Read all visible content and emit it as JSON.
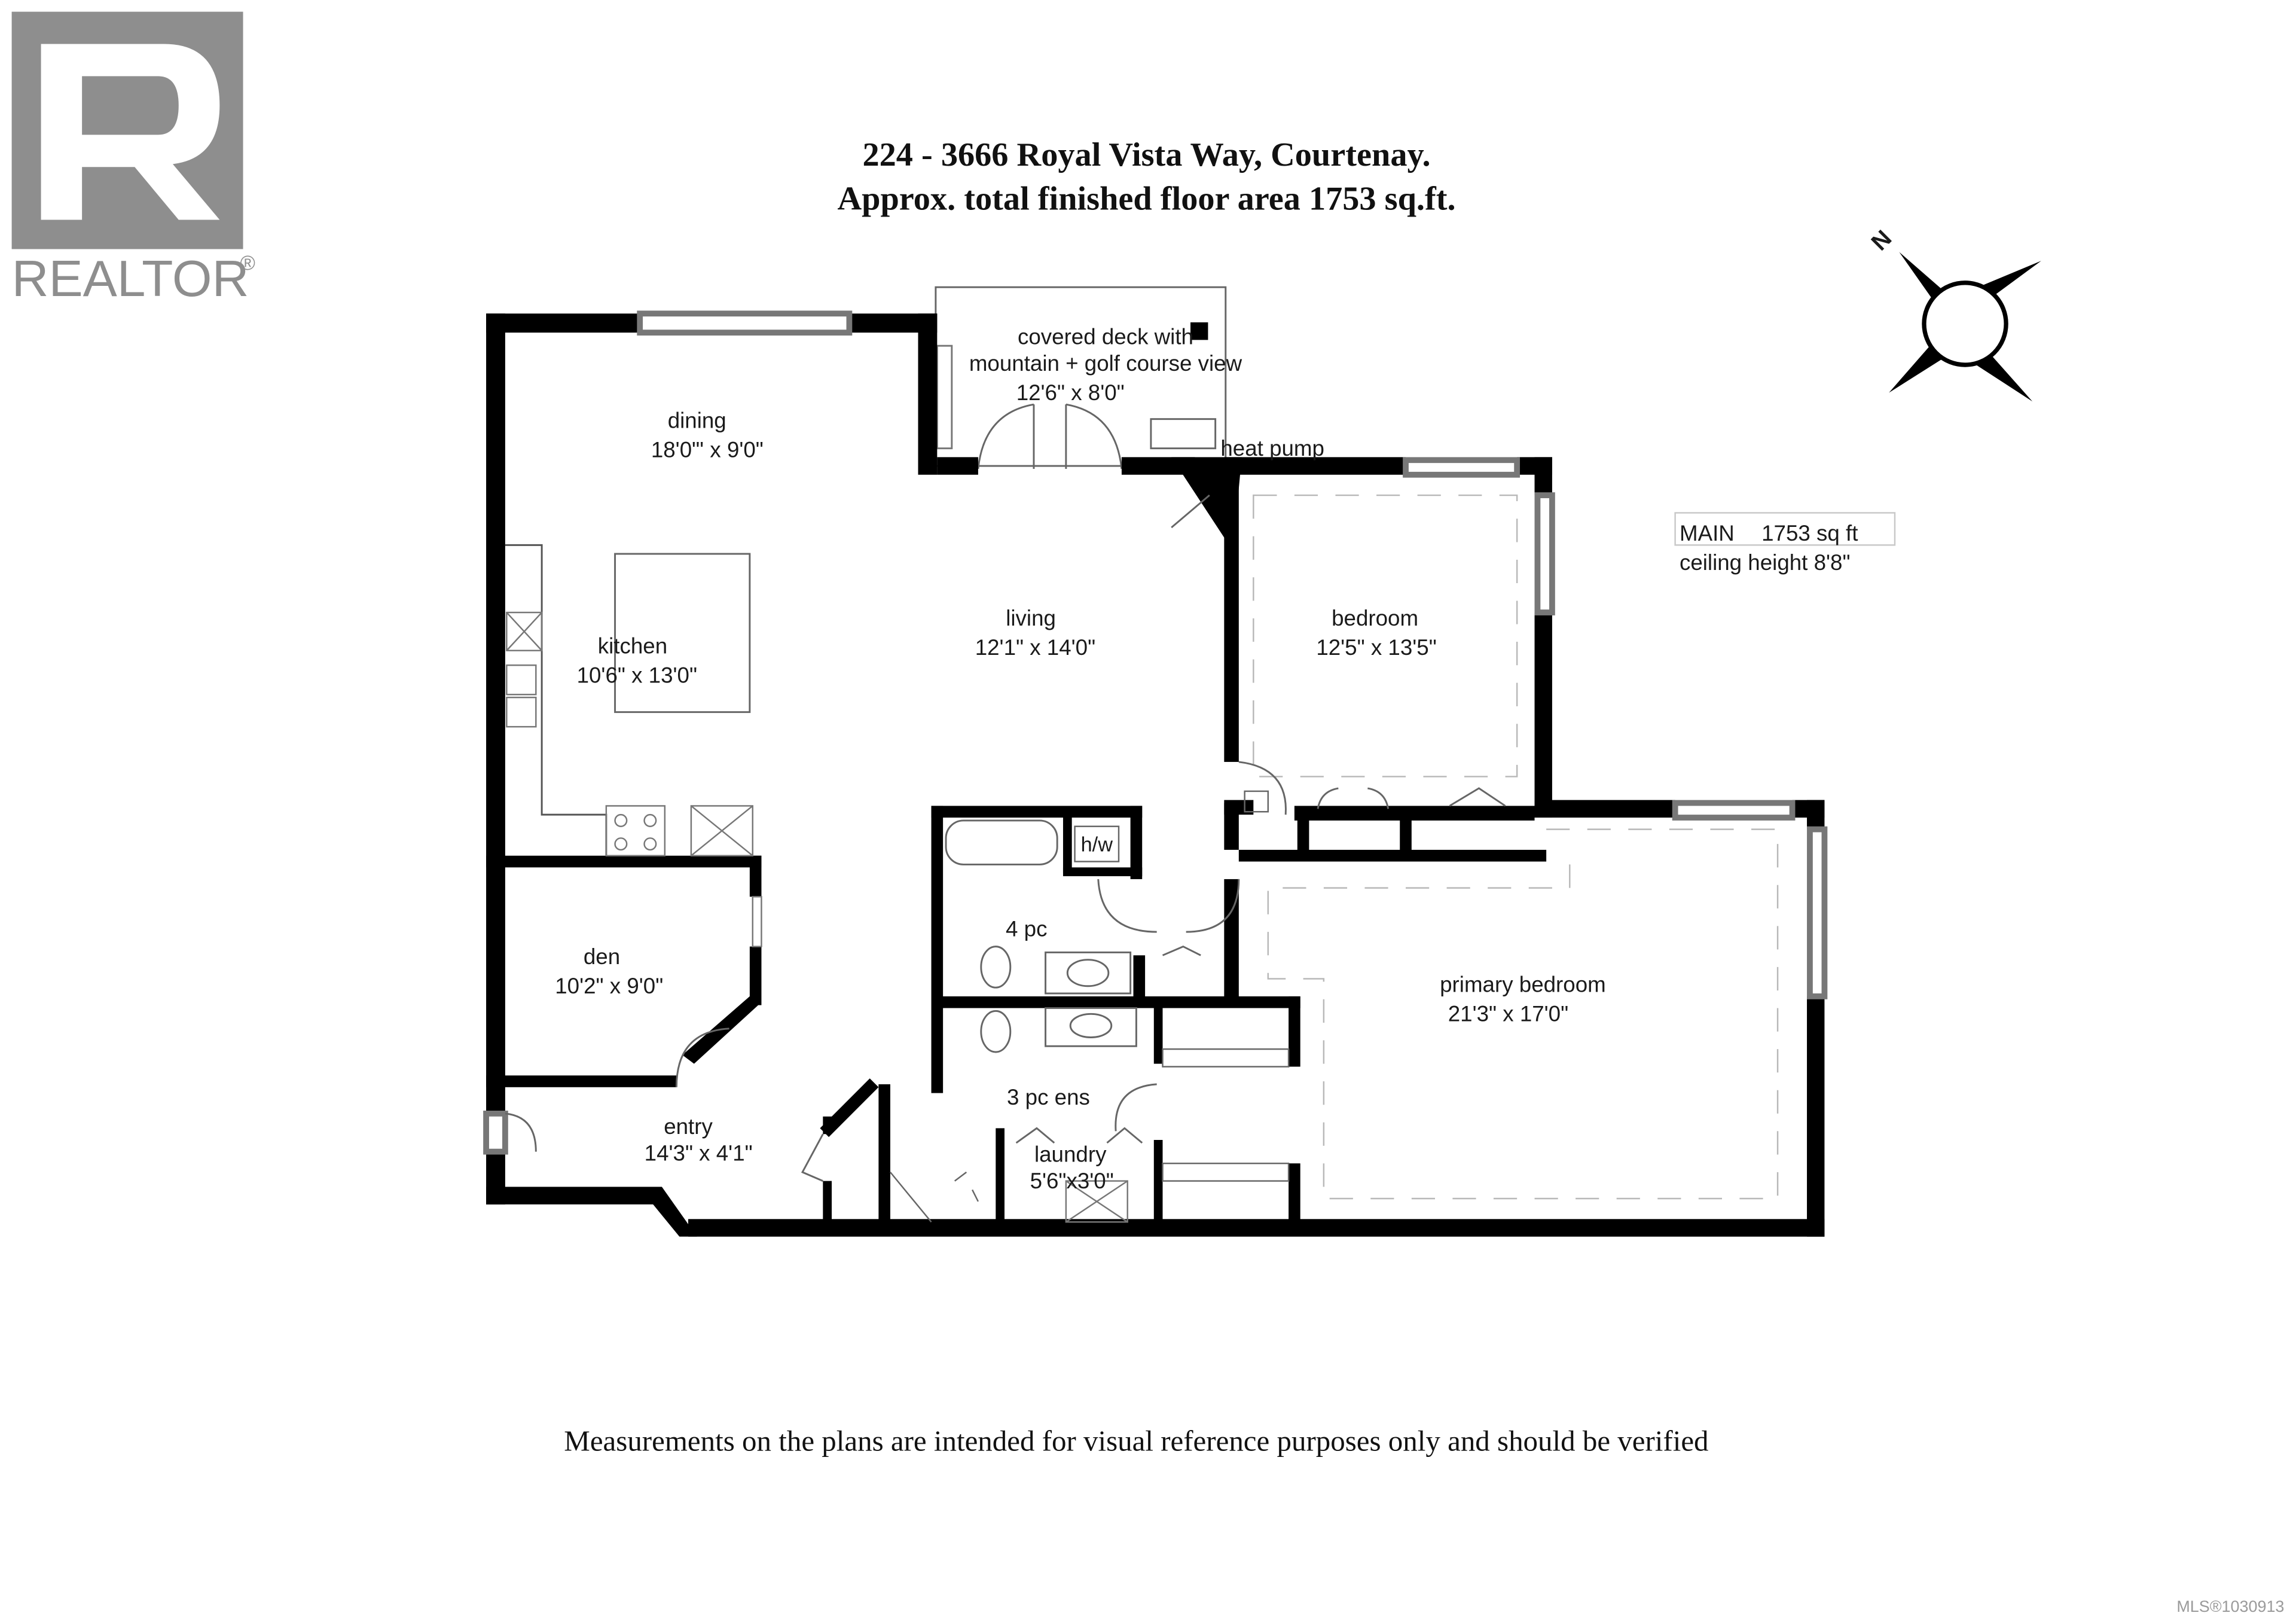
{
  "logo": {
    "text": "REALTOR",
    "mark": "®"
  },
  "title": {
    "line1": "224 - 3666 Royal Vista Way, Courtenay.",
    "line2": "Approx. total finished floor area 1753 sq.ft."
  },
  "compass": {
    "letter": "N",
    "icon": "compass-rose-icon"
  },
  "summary": {
    "main": "MAIN",
    "area": "1753 sq ft",
    "ceiling": "ceiling height 8'8\""
  },
  "rooms": {
    "deck": {
      "line1": "covered deck with",
      "line2": "mountain + golf course view",
      "dims": "12'6\" x 8'0\""
    },
    "heat_pump": "heat pump",
    "dining": {
      "name": "dining",
      "dims": "18'0\"' x 9'0\""
    },
    "kitchen": {
      "name": "kitchen",
      "dims": "10'6\" x 13'0\""
    },
    "living": {
      "name": "living",
      "dims": "12'1\" x 14'0\""
    },
    "bedroom": {
      "name": "bedroom",
      "dims": "12'5\" x 13'5\""
    },
    "den": {
      "name": "den",
      "dims": "10'2\" x 9'0\""
    },
    "hw": "h/w",
    "bath4": "4 pc",
    "primary": {
      "name": "primary bedroom",
      "dims": "21'3\" x 17'0\""
    },
    "ensuite": "3 pc ens",
    "entry": {
      "name": "entry",
      "dims": "14'3\" x 4'1\""
    },
    "laundry": {
      "name": "laundry",
      "dims": "5'6\"x3'0\""
    }
  },
  "footer": {
    "disclaimer": "Measurements on the plans are intended for visual reference purposes only and should be verified",
    "mls": "MLS®1030913"
  }
}
